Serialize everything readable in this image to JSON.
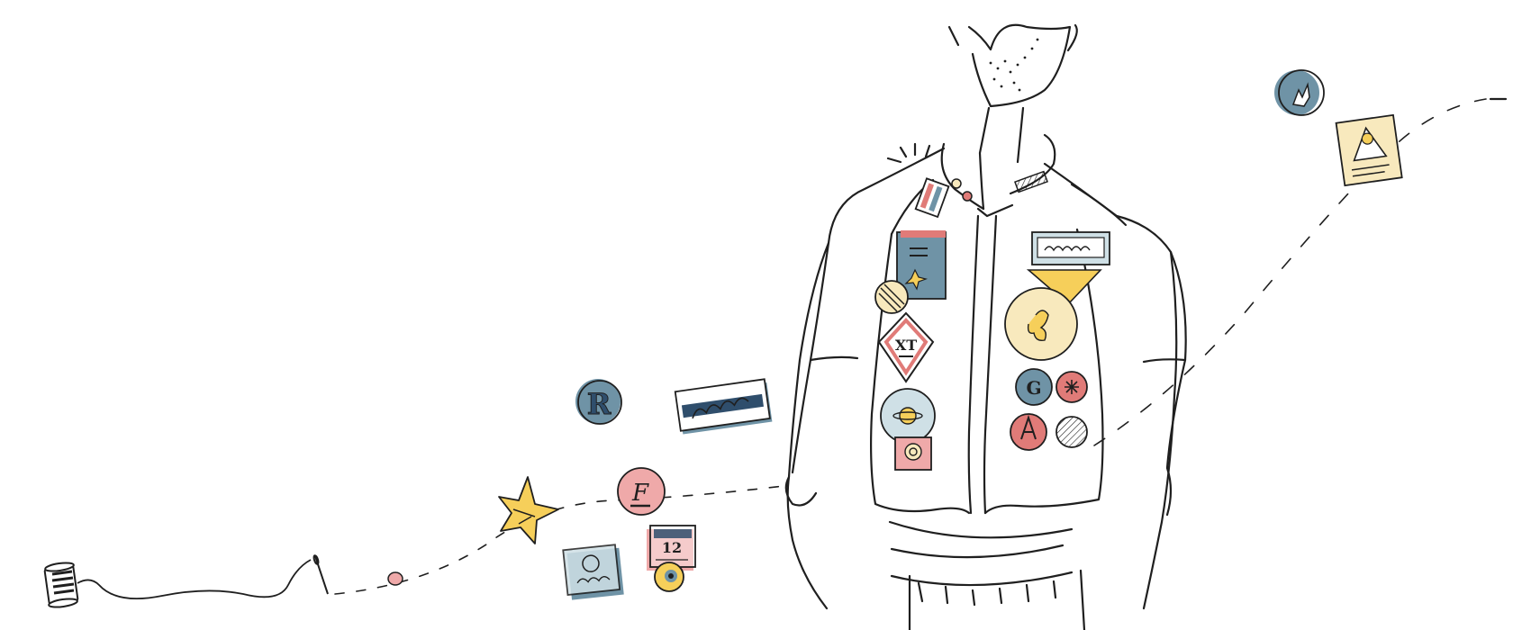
{
  "illustration": {
    "subject": "sketched-jacket-with-patches",
    "colors": {
      "ink": "#1f1f1f",
      "blue": "#6f93a6",
      "navy": "#2f4e6c",
      "pink": "#efa9a9",
      "salmon": "#e07b78",
      "yellow": "#f6cf5a",
      "cream": "#f8e9bd",
      "pale_blue": "#cfe0e6"
    },
    "patches": {
      "monogram_r": "R",
      "monogram_f": "F",
      "diamond": "XT",
      "square_tag": "12",
      "round_g": "G",
      "round_a": "A"
    }
  }
}
